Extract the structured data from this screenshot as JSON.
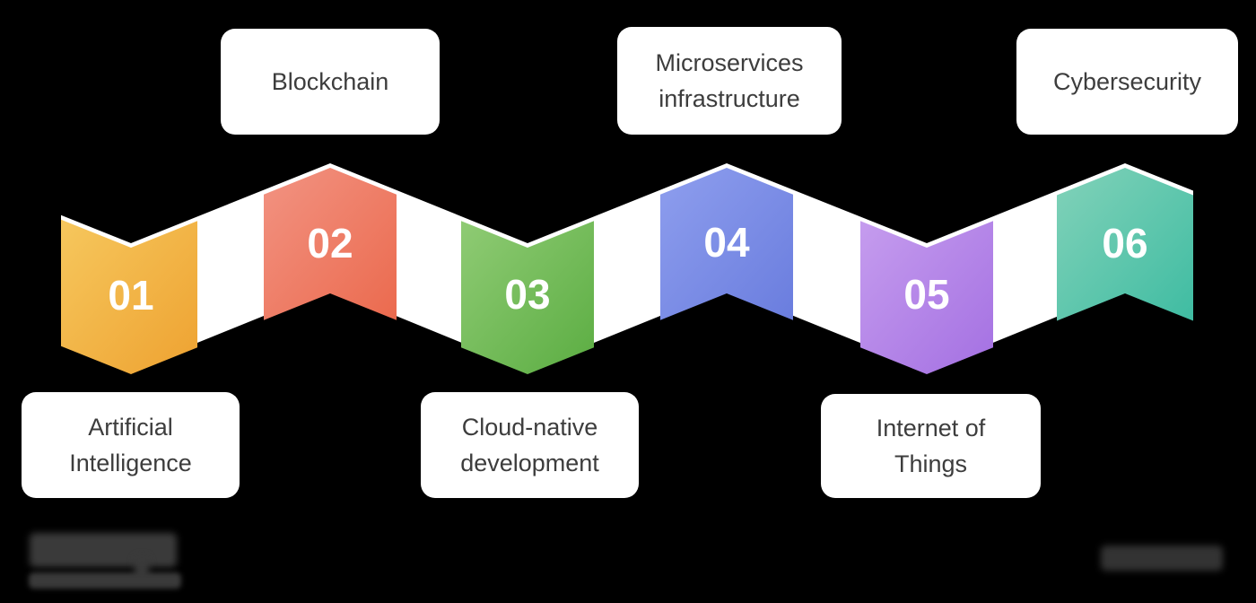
{
  "figure": {
    "type": "zigzag-process-timeline",
    "step_count": 6,
    "background_color": "#000000",
    "band_color": "#ffffff",
    "number_color": "#ffffff",
    "card_text_color": "#3d3d3d"
  },
  "steps": [
    {
      "number": "01",
      "label": "Artificial Intelligence",
      "label_lines": [
        "Artificial",
        "Intelligence"
      ],
      "card_position": "below",
      "gradient_from": "#F6C75D",
      "gradient_to": "#EEA231"
    },
    {
      "number": "02",
      "label": "Blockchain",
      "label_lines": [
        "Blockchain"
      ],
      "card_position": "above",
      "gradient_from": "#F29382",
      "gradient_to": "#EB6A4E"
    },
    {
      "number": "03",
      "label": "Cloud-native development",
      "label_lines": [
        "Cloud-native",
        "development"
      ],
      "card_position": "below",
      "gradient_from": "#8FCB74",
      "gradient_to": "#5BAD42"
    },
    {
      "number": "04",
      "label": "Microservices infrastructure",
      "label_lines": [
        "Microservices",
        "infrastructure"
      ],
      "card_position": "above",
      "gradient_from": "#8E9EEE",
      "gradient_to": "#6A7DDE"
    },
    {
      "number": "05",
      "label": "Internet of Things",
      "label_lines": [
        "Internet of",
        "Things"
      ],
      "card_position": "below",
      "gradient_from": "#C59CEE",
      "gradient_to": "#A470E2"
    },
    {
      "number": "06",
      "label": "Cybersecurity",
      "label_lines": [
        "Cybersecurity"
      ],
      "card_position": "above",
      "gradient_from": "#82D2B9",
      "gradient_to": "#3FBCA2"
    }
  ],
  "watermarks": {
    "bottom_left": "blurred illegible logo with small tagline",
    "bottom_right": "blurred illegible text"
  }
}
